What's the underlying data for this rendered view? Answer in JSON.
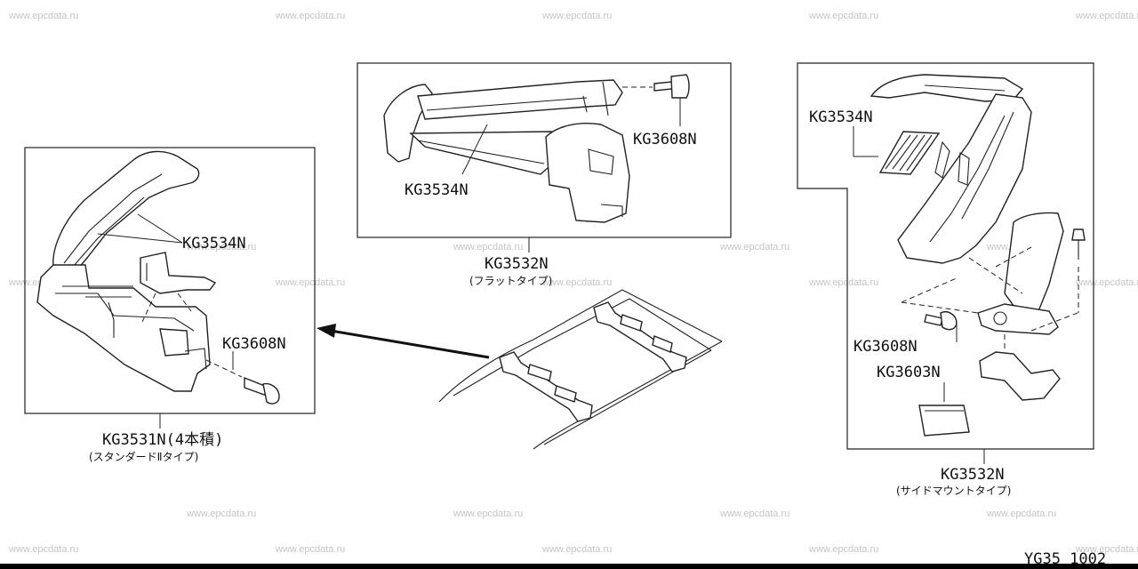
{
  "watermark": "www.epcdata.ru",
  "labels": {
    "std_kg3534n": "KG3534N",
    "std_kg3608n": "KG3608N",
    "std_code": "KG3531N(4本積)",
    "std_sub": "(スタンダードⅡタイプ)",
    "flat_kg3608n": "KG3608N",
    "flat_kg3534n": "KG3534N",
    "flat_code": "KG3532N",
    "flat_sub": "(フラットタイプ)",
    "side_kg3534n": "KG3534N",
    "side_kg3608n": "KG3608N",
    "side_kg3603n": "KG3603N",
    "side_code": "KG3532N",
    "side_sub": "(サイドマウントタイプ)"
  },
  "page_code": "YG35 1002"
}
